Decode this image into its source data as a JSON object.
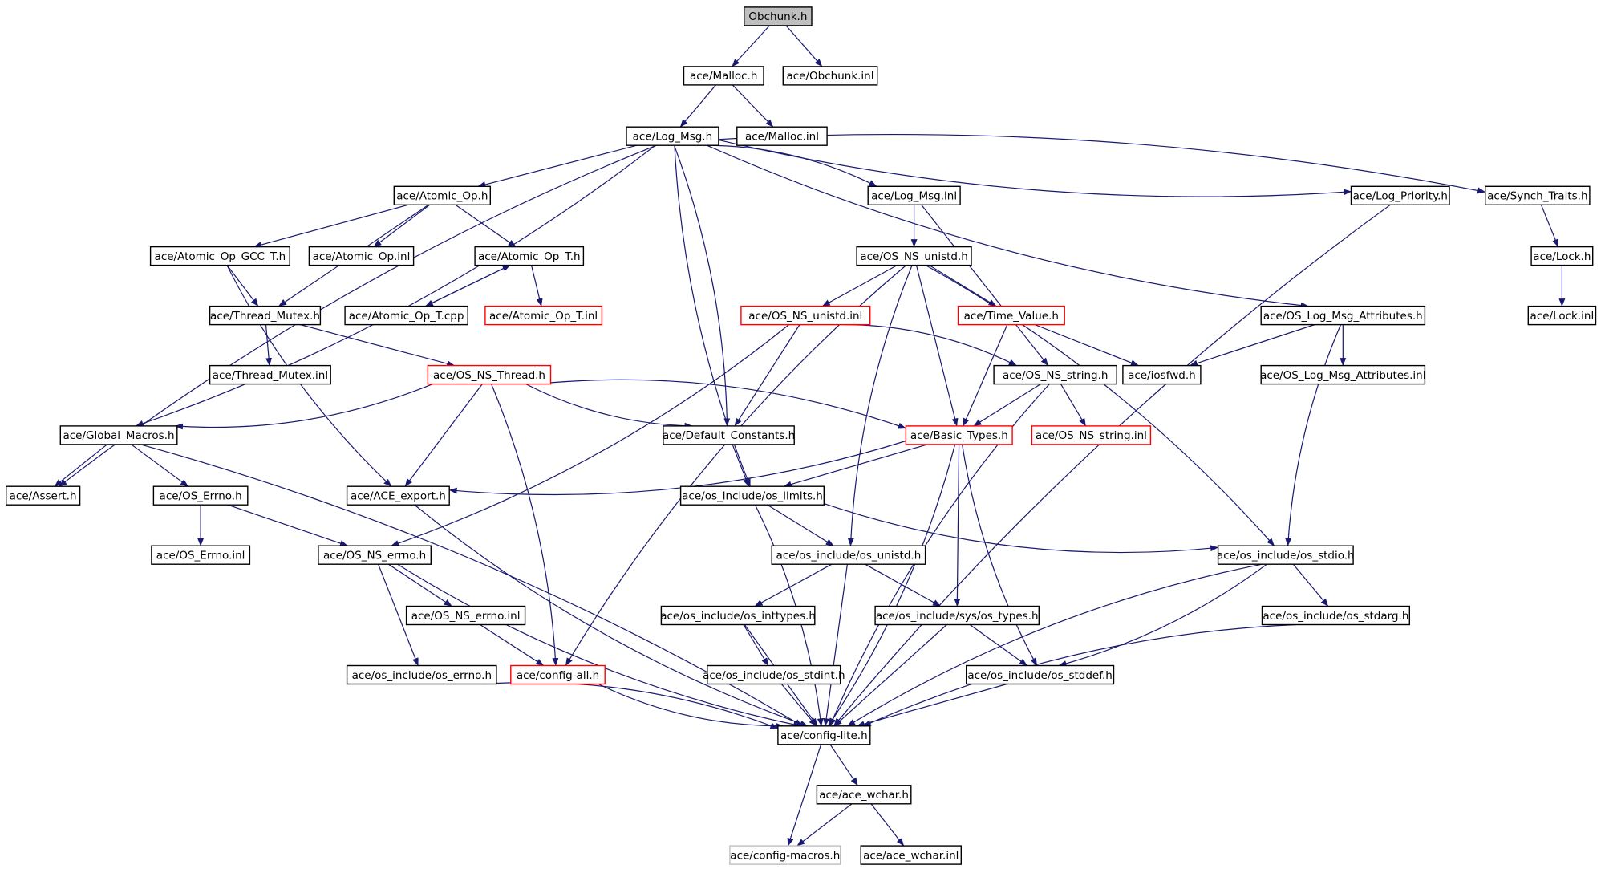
{
  "graph": {
    "title": "Obchunk.h",
    "colors": {
      "edge": "#191970",
      "box_border": "#000000",
      "incomplete_border": "#ff0000",
      "external_border": "#bfbfbf",
      "root_fill": "#bfbfbf"
    },
    "nodes": [
      {
        "id": "obchunk_h",
        "label": "Obchunk.h",
        "style": "root"
      },
      {
        "id": "malloc_h",
        "label": "ace/Malloc.h",
        "style": "normal"
      },
      {
        "id": "obchunk_inl",
        "label": "ace/Obchunk.inl",
        "style": "normal"
      },
      {
        "id": "log_msg_h",
        "label": "ace/Log_Msg.h",
        "style": "normal"
      },
      {
        "id": "malloc_inl",
        "label": "ace/Malloc.inl",
        "style": "normal"
      },
      {
        "id": "atomic_op_h",
        "label": "ace/Atomic_Op.h",
        "style": "normal"
      },
      {
        "id": "log_msg_inl",
        "label": "ace/Log_Msg.inl",
        "style": "normal"
      },
      {
        "id": "log_priority_h",
        "label": "ace/Log_Priority.h",
        "style": "normal"
      },
      {
        "id": "synch_traits_h",
        "label": "ace/Synch_Traits.h",
        "style": "normal"
      },
      {
        "id": "atomic_op_gcc_t_h",
        "label": "ace/Atomic_Op_GCC_T.h",
        "style": "normal"
      },
      {
        "id": "atomic_op_inl",
        "label": "ace/Atomic_Op.inl",
        "style": "normal"
      },
      {
        "id": "atomic_op_t_h",
        "label": "ace/Atomic_Op_T.h",
        "style": "normal"
      },
      {
        "id": "os_ns_unistd_h",
        "label": "ace/OS_NS_unistd.h",
        "style": "normal"
      },
      {
        "id": "lock_h",
        "label": "ace/Lock.h",
        "style": "normal"
      },
      {
        "id": "thread_mutex_h",
        "label": "ace/Thread_Mutex.h",
        "style": "normal"
      },
      {
        "id": "atomic_op_t_cpp",
        "label": "ace/Atomic_Op_T.cpp",
        "style": "normal"
      },
      {
        "id": "atomic_op_t_inl",
        "label": "ace/Atomic_Op_T.inl",
        "style": "red"
      },
      {
        "id": "os_ns_unistd_inl",
        "label": "ace/OS_NS_unistd.inl",
        "style": "red"
      },
      {
        "id": "time_value_h",
        "label": "ace/Time_Value.h",
        "style": "red"
      },
      {
        "id": "os_log_msg_attributes_h",
        "label": "ace/OS_Log_Msg_Attributes.h",
        "style": "normal"
      },
      {
        "id": "lock_inl",
        "label": "ace/Lock.inl",
        "style": "normal"
      },
      {
        "id": "thread_mutex_inl",
        "label": "ace/Thread_Mutex.inl",
        "style": "normal"
      },
      {
        "id": "os_ns_thread_h",
        "label": "ace/OS_NS_Thread.h",
        "style": "red"
      },
      {
        "id": "os_ns_string_h",
        "label": "ace/OS_NS_string.h",
        "style": "normal"
      },
      {
        "id": "iosfwd_h",
        "label": "ace/iosfwd.h",
        "style": "normal"
      },
      {
        "id": "os_log_msg_attributes_inl",
        "label": "ace/OS_Log_Msg_Attributes.inl",
        "style": "normal"
      },
      {
        "id": "global_macros_h",
        "label": "ace/Global_Macros.h",
        "style": "normal"
      },
      {
        "id": "default_constants_h",
        "label": "ace/Default_Constants.h",
        "style": "normal"
      },
      {
        "id": "basic_types_h",
        "label": "ace/Basic_Types.h",
        "style": "red"
      },
      {
        "id": "os_ns_string_inl",
        "label": "ace/OS_NS_string.inl",
        "style": "red"
      },
      {
        "id": "assert_h",
        "label": "ace/Assert.h",
        "style": "normal"
      },
      {
        "id": "os_errno_h",
        "label": "ace/OS_Errno.h",
        "style": "normal"
      },
      {
        "id": "ace_export_h",
        "label": "ace/ACE_export.h",
        "style": "normal"
      },
      {
        "id": "os_limits_h",
        "label": "ace/os_include/os_limits.h",
        "style": "normal"
      },
      {
        "id": "os_errno_inl",
        "label": "ace/OS_Errno.inl",
        "style": "normal"
      },
      {
        "id": "os_ns_errno_h",
        "label": "ace/OS_NS_errno.h",
        "style": "normal"
      },
      {
        "id": "os_unistd_h",
        "label": "ace/os_include/os_unistd.h",
        "style": "normal"
      },
      {
        "id": "os_stdio_h",
        "label": "ace/os_include/os_stdio.h",
        "style": "normal"
      },
      {
        "id": "os_ns_errno_inl",
        "label": "ace/OS_NS_errno.inl",
        "style": "normal"
      },
      {
        "id": "os_inttypes_h",
        "label": "ace/os_include/os_inttypes.h",
        "style": "normal"
      },
      {
        "id": "sys_os_types_h",
        "label": "ace/os_include/sys/os_types.h",
        "style": "normal"
      },
      {
        "id": "os_stdarg_h",
        "label": "ace/os_include/os_stdarg.h",
        "style": "normal"
      },
      {
        "id": "os_errno_os_h",
        "label": "ace/os_include/os_errno.h",
        "style": "normal"
      },
      {
        "id": "config_all_h",
        "label": "ace/config-all.h",
        "style": "red"
      },
      {
        "id": "os_stdint_h",
        "label": "ace/os_include/os_stdint.h",
        "style": "normal"
      },
      {
        "id": "os_stddef_h",
        "label": "ace/os_include/os_stddef.h",
        "style": "normal"
      },
      {
        "id": "config_lite_h",
        "label": "ace/config-lite.h",
        "style": "normal"
      },
      {
        "id": "ace_wchar_h",
        "label": "ace/ace_wchar.h",
        "style": "normal"
      },
      {
        "id": "config_macros_h",
        "label": "ace/config-macros.h",
        "style": "gray"
      },
      {
        "id": "ace_wchar_inl",
        "label": "ace/ace_wchar.inl",
        "style": "normal"
      }
    ],
    "edges": [
      [
        "obchunk_h",
        "malloc_h"
      ],
      [
        "obchunk_h",
        "obchunk_inl"
      ],
      [
        "malloc_h",
        "log_msg_h"
      ],
      [
        "malloc_h",
        "malloc_inl"
      ],
      [
        "log_msg_h",
        "atomic_op_h"
      ],
      [
        "log_msg_h",
        "log_msg_inl"
      ],
      [
        "log_msg_h",
        "log_priority_h"
      ],
      [
        "log_msg_h",
        "synch_traits_h"
      ],
      [
        "log_msg_h",
        "os_log_msg_attributes_h"
      ],
      [
        "log_msg_h",
        "global_macros_h"
      ],
      [
        "log_msg_h",
        "assert_h"
      ],
      [
        "log_msg_h",
        "default_constants_h"
      ],
      [
        "log_msg_h",
        "os_limits_h"
      ],
      [
        "atomic_op_h",
        "atomic_op_gcc_t_h"
      ],
      [
        "atomic_op_h",
        "atomic_op_inl"
      ],
      [
        "atomic_op_h",
        "atomic_op_t_h"
      ],
      [
        "atomic_op_h",
        "thread_mutex_h"
      ],
      [
        "atomic_op_gcc_t_h",
        "thread_mutex_h"
      ],
      [
        "atomic_op_gcc_t_h",
        "ace_export_h"
      ],
      [
        "atomic_op_t_h",
        "atomic_op_t_cpp"
      ],
      [
        "atomic_op_t_cpp",
        "atomic_op_t_h"
      ],
      [
        "atomic_op_t_h",
        "atomic_op_t_inl"
      ],
      [
        "thread_mutex_h",
        "thread_mutex_inl"
      ],
      [
        "thread_mutex_h",
        "os_ns_thread_h"
      ],
      [
        "log_msg_inl",
        "os_ns_unistd_h"
      ],
      [
        "log_msg_inl",
        "os_ns_string_h"
      ],
      [
        "log_priority_h",
        "config_lite_h"
      ],
      [
        "synch_traits_h",
        "lock_h"
      ],
      [
        "lock_h",
        "lock_inl"
      ],
      [
        "os_ns_unistd_h",
        "os_ns_unistd_inl"
      ],
      [
        "os_ns_unistd_h",
        "time_value_h"
      ],
      [
        "os_ns_unistd_h",
        "basic_types_h"
      ],
      [
        "os_ns_unistd_h",
        "os_unistd_h"
      ],
      [
        "os_ns_unistd_h",
        "os_stdio_h"
      ],
      [
        "os_ns_unistd_h",
        "config_all_h"
      ],
      [
        "os_ns_unistd_inl",
        "os_ns_string_h"
      ],
      [
        "os_ns_unistd_inl",
        "default_constants_h"
      ],
      [
        "os_ns_unistd_inl",
        "os_ns_errno_h"
      ],
      [
        "time_value_h",
        "iosfwd_h"
      ],
      [
        "time_value_h",
        "basic_types_h"
      ],
      [
        "os_log_msg_attributes_h",
        "iosfwd_h"
      ],
      [
        "os_log_msg_attributes_h",
        "os_log_msg_attributes_inl"
      ],
      [
        "os_log_msg_attributes_h",
        "os_stdio_h"
      ],
      [
        "os_ns_thread_h",
        "global_macros_h"
      ],
      [
        "os_ns_thread_h",
        "default_constants_h"
      ],
      [
        "os_ns_thread_h",
        "basic_types_h"
      ],
      [
        "os_ns_thread_h",
        "ace_export_h"
      ],
      [
        "os_ns_thread_h",
        "config_all_h"
      ],
      [
        "os_ns_string_h",
        "basic_types_h"
      ],
      [
        "os_ns_string_h",
        "os_ns_string_inl"
      ],
      [
        "os_ns_string_h",
        "config_lite_h"
      ],
      [
        "global_macros_h",
        "assert_h"
      ],
      [
        "global_macros_h",
        "os_errno_h"
      ],
      [
        "global_macros_h",
        "config_lite_h"
      ],
      [
        "default_constants_h",
        "os_limits_h"
      ],
      [
        "basic_types_h",
        "ace_export_h"
      ],
      [
        "basic_types_h",
        "os_limits_h"
      ],
      [
        "basic_types_h",
        "sys_os_types_h"
      ],
      [
        "basic_types_h",
        "os_stddef_h"
      ],
      [
        "basic_types_h",
        "config_lite_h"
      ],
      [
        "os_errno_h",
        "os_errno_inl"
      ],
      [
        "os_errno_h",
        "os_ns_errno_h"
      ],
      [
        "ace_export_h",
        "config_lite_h"
      ],
      [
        "os_limits_h",
        "os_unistd_h"
      ],
      [
        "os_limits_h",
        "os_stdio_h"
      ],
      [
        "os_limits_h",
        "config_lite_h"
      ],
      [
        "os_ns_errno_h",
        "os_ns_errno_inl"
      ],
      [
        "os_ns_errno_h",
        "os_errno_os_h"
      ],
      [
        "os_ns_errno_h",
        "config_lite_h"
      ],
      [
        "os_unistd_h",
        "os_inttypes_h"
      ],
      [
        "os_unistd_h",
        "sys_os_types_h"
      ],
      [
        "os_unistd_h",
        "config_lite_h"
      ],
      [
        "os_stdio_h",
        "os_stdarg_h"
      ],
      [
        "os_stdio_h",
        "os_stddef_h"
      ],
      [
        "os_stdio_h",
        "config_lite_h"
      ],
      [
        "os_ns_errno_inl",
        "config_all_h"
      ],
      [
        "os_inttypes_h",
        "os_stdint_h"
      ],
      [
        "os_inttypes_h",
        "config_lite_h"
      ],
      [
        "sys_os_types_h",
        "os_stddef_h"
      ],
      [
        "sys_os_types_h",
        "config_lite_h"
      ],
      [
        "os_stdarg_h",
        "config_lite_h"
      ],
      [
        "os_errno_os_h",
        "config_lite_h"
      ],
      [
        "config_all_h",
        "config_lite_h"
      ],
      [
        "os_stdint_h",
        "config_lite_h"
      ],
      [
        "os_stddef_h",
        "config_lite_h"
      ],
      [
        "config_lite_h",
        "ace_wchar_h"
      ],
      [
        "config_lite_h",
        "config_macros_h"
      ],
      [
        "ace_wchar_h",
        "config_macros_h"
      ],
      [
        "ace_wchar_h",
        "ace_wchar_inl"
      ]
    ]
  }
}
